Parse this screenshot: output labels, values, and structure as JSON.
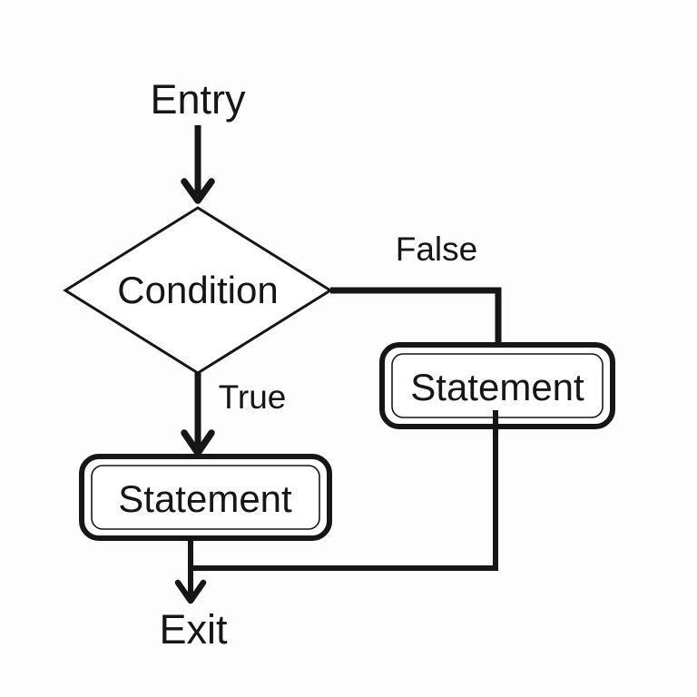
{
  "diagram": {
    "type": "flowchart",
    "description": "if-else condition control flow",
    "background_color": "#fdfdfd",
    "line_color": "#161616",
    "node_fill_color": "#ffffff",
    "labels": {
      "entry": "Entry",
      "condition": "Condition",
      "false_branch": "False",
      "true_branch": "True",
      "statement_true": "Statement",
      "statement_false": "Statement",
      "exit": "Exit"
    }
  }
}
